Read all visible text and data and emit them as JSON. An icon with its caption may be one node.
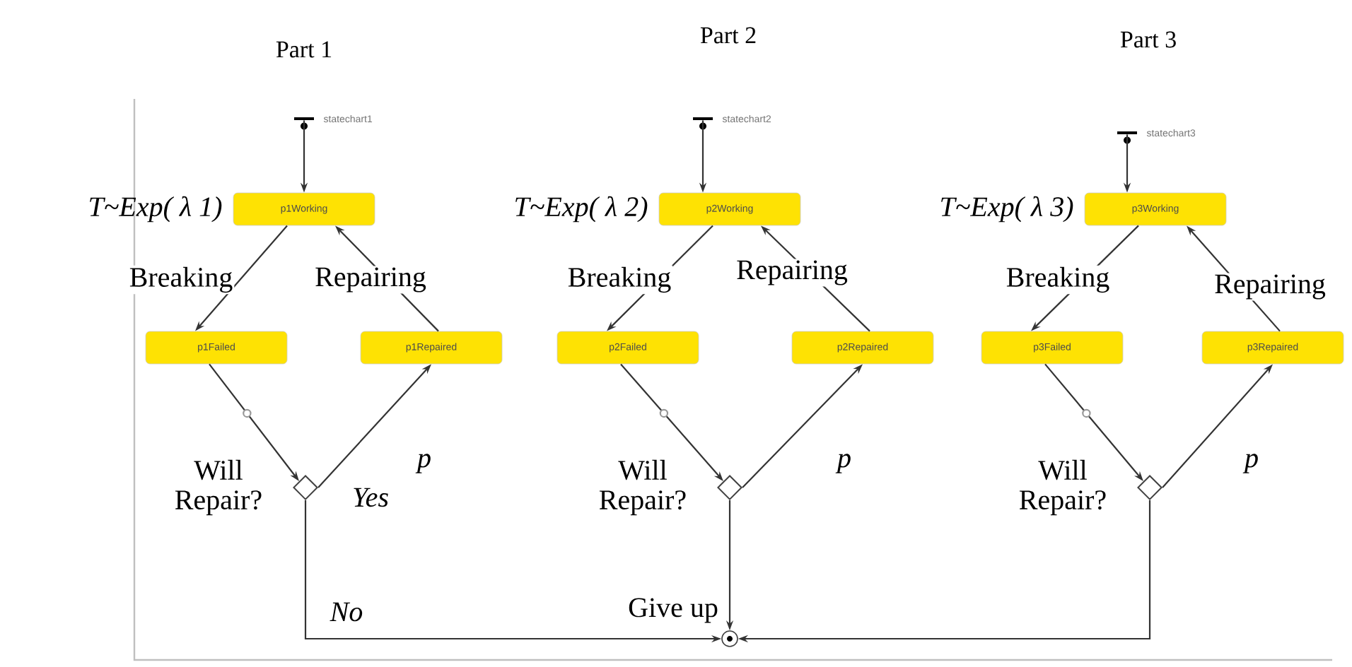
{
  "diagram": {
    "nodes": [
      {
        "text": [],
        "shape": "bar",
        "beside": [
          "statechart1"
        ]
      },
      {
        "text": [
          "p1Working"
        ],
        "beside": [
          "T~Exp( λ 1)"
        ]
      },
      {
        "text": [
          "p1Failed"
        ]
      },
      {
        "text": [
          "p1Repaired"
        ]
      },
      {
        "text": [],
        "shape": "diamond",
        "beside": [
          "Will Repair?"
        ]
      },
      {
        "text": [],
        "shape": "bar",
        "beside": [
          "statechart2"
        ]
      },
      {
        "text": [
          "p2Working"
        ],
        "beside": [
          "T~Exp( λ 2)"
        ]
      },
      {
        "text": [
          "p2Failed"
        ]
      },
      {
        "text": [
          "p2Repaired"
        ]
      },
      {
        "text": [],
        "shape": "diamond",
        "beside": [
          "Will Repair?"
        ]
      },
      {
        "text": [],
        "shape": "bar",
        "beside": [
          "statechart3"
        ]
      },
      {
        "text": [
          "p3Working"
        ],
        "beside": [
          "T~Exp( λ 3)"
        ]
      },
      {
        "text": [
          "p3Failed"
        ]
      },
      {
        "text": [
          "p3Repaired"
        ]
      },
      {
        "text": [],
        "shape": "diamond",
        "beside": [
          "Will Repair?"
        ]
      },
      {
        "text": [],
        "shape": "circle"
      }
    ],
    "edges": [
      {
        "from": 0,
        "to": 1,
        "arrow": "to"
      },
      {
        "from": 1,
        "to": 2,
        "arrow": "to",
        "label": "Breaking"
      },
      {
        "from": 3,
        "to": 1,
        "arrow": "to",
        "label": "Repairing"
      },
      {
        "from": 2,
        "to": 4,
        "arrow": "to"
      },
      {
        "from": 4,
        "to": 3,
        "arrow": "to",
        "label": "p"
      },
      {
        "from": 4,
        "to": 15,
        "arrow": "to",
        "label": "No"
      },
      {
        "from": 5,
        "to": 6,
        "arrow": "to"
      },
      {
        "from": 6,
        "to": 7,
        "arrow": "to",
        "label": "Breaking"
      },
      {
        "from": 8,
        "to": 6,
        "arrow": "to",
        "label": "Repairing"
      },
      {
        "from": 7,
        "to": 9,
        "arrow": "to"
      },
      {
        "from": 9,
        "to": 8,
        "arrow": "to",
        "label": "p"
      },
      {
        "from": 9,
        "to": 15,
        "arrow": "to",
        "label": "Give up"
      },
      {
        "from": 10,
        "to": 11,
        "arrow": "to"
      },
      {
        "from": 11,
        "to": 12,
        "arrow": "to",
        "label": "Breaking"
      },
      {
        "from": 13,
        "to": 11,
        "arrow": "to",
        "label": "Repairing"
      },
      {
        "from": 12,
        "to": 14,
        "arrow": "to"
      },
      {
        "from": 14,
        "to": 13,
        "arrow": "to",
        "label": "p"
      },
      {
        "from": 14,
        "to": 15,
        "arrow": "to"
      }
    ],
    "labels": [
      "Part 1",
      "Part 2",
      "Part 3",
      "Yes"
    ]
  }
}
